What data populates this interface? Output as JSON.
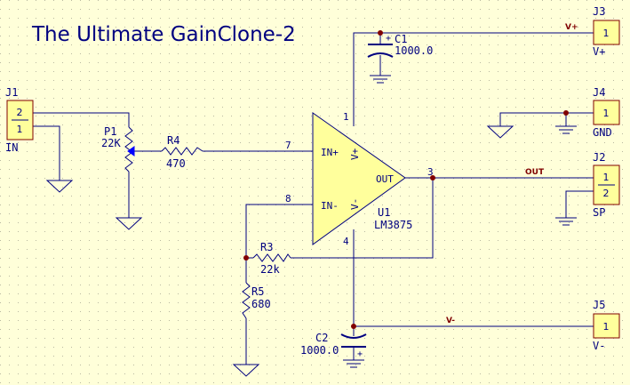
{
  "title": "The Ultimate GainClone-2",
  "colors": {
    "background": "#ffffd9",
    "grid": "#b9b9a0",
    "wire": "#000080",
    "component": "#000080",
    "junction": "#800000",
    "connector_fill": "#ffff9c",
    "connector_border": "#800000",
    "label": "#000080",
    "net_label": "#800000",
    "title": "#000080"
  },
  "connectors": {
    "J1": {
      "ref": "J1",
      "name": "IN",
      "pins": [
        "2",
        "1"
      ]
    },
    "J2": {
      "ref": "J2",
      "name": "SP",
      "pins": [
        "1",
        "2"
      ]
    },
    "J3": {
      "ref": "J3",
      "name": "V+",
      "pins": [
        "1"
      ]
    },
    "J4": {
      "ref": "J4",
      "name": "GND",
      "pins": [
        "1"
      ]
    },
    "J5": {
      "ref": "J5",
      "name": "V-",
      "pins": [
        "1"
      ]
    }
  },
  "components": {
    "P1": {
      "ref": "P1",
      "value": "22K"
    },
    "R4": {
      "ref": "R4",
      "value": "470"
    },
    "R3": {
      "ref": "R3",
      "value": "22k"
    },
    "R5": {
      "ref": "R5",
      "value": "680"
    },
    "C1": {
      "ref": "C1",
      "value": "1000.0",
      "polarity": "+"
    },
    "C2": {
      "ref": "C2",
      "value": "1000.0",
      "polarity": "+"
    }
  },
  "opamp": {
    "ref": "U1",
    "part": "LM3875",
    "in_plus": "IN+",
    "in_minus": "IN-",
    "out": "OUT",
    "v_plus": "V+",
    "v_minus": "V-",
    "pin_in_plus": "7",
    "pin_in_minus": "8",
    "pin_out": "3",
    "pin_v_plus": "1",
    "pin_v_minus": "4"
  },
  "net_labels": {
    "vplus": "V+",
    "out": "OUT",
    "vminus": "V-"
  }
}
